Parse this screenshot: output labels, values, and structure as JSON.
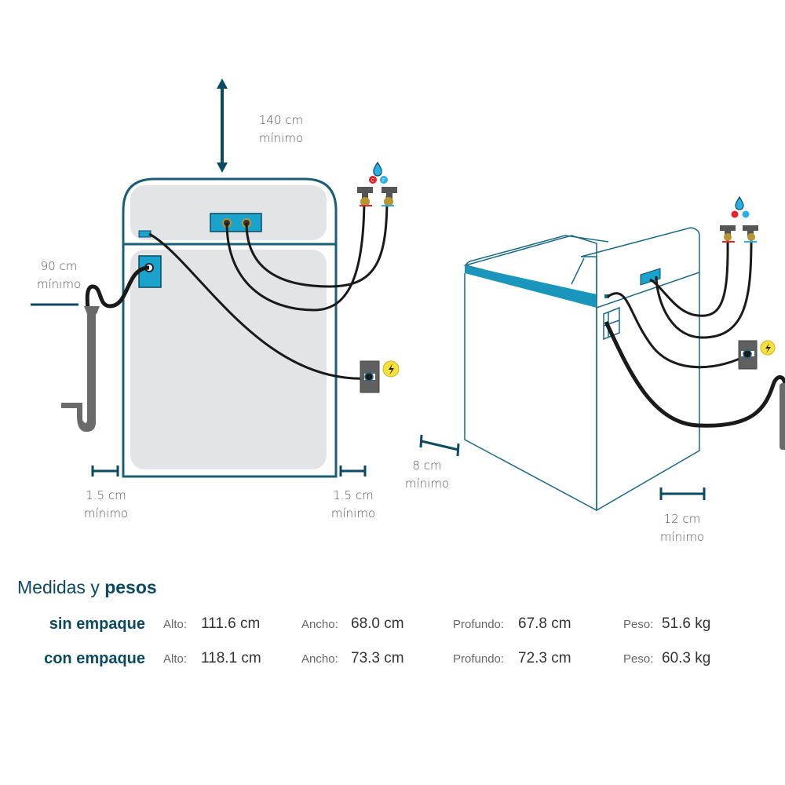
{
  "dimensions_labels": {
    "top_clearance": {
      "value": "140 cm",
      "note": "mínimo"
    },
    "drain_height": {
      "value": "90 cm",
      "note": "mínimo"
    },
    "left_side": {
      "value": "1.5 cm",
      "note": "mínimo"
    },
    "right_side": {
      "value": "1.5 cm",
      "note": "mínimo"
    },
    "back_left": {
      "value": "8 cm",
      "note": "mínimo"
    },
    "back_right": {
      "value": "12 cm",
      "note": "mínimo"
    }
  },
  "icons": {
    "water": "water-drop-icon",
    "hot": "C",
    "cold": "F",
    "power": "lightning-icon"
  },
  "colors": {
    "accent": "#0b4a63",
    "outline": "#1a6a85",
    "panel": "#e3e4e6",
    "connector": "#1aa3cc",
    "hot": "#e8202a",
    "cold": "#29aee6",
    "power_badge": "#f4e23a"
  },
  "table": {
    "title_light": "Medidas y",
    "title_bold": "pesos",
    "keys": {
      "alto": "Alto:",
      "ancho": "Ancho:",
      "profundo": "Profundo:",
      "peso": "Peso:"
    },
    "rows": [
      {
        "name": "sin empaque",
        "alto": "111.6 cm",
        "ancho": "68.0 cm",
        "profundo": "67.8 cm",
        "peso": "51.6 kg"
      },
      {
        "name": "con empaque",
        "alto": "118.1 cm",
        "ancho": "73.3 cm",
        "profundo": "72.3 cm",
        "peso": "60.3 kg"
      }
    ]
  }
}
